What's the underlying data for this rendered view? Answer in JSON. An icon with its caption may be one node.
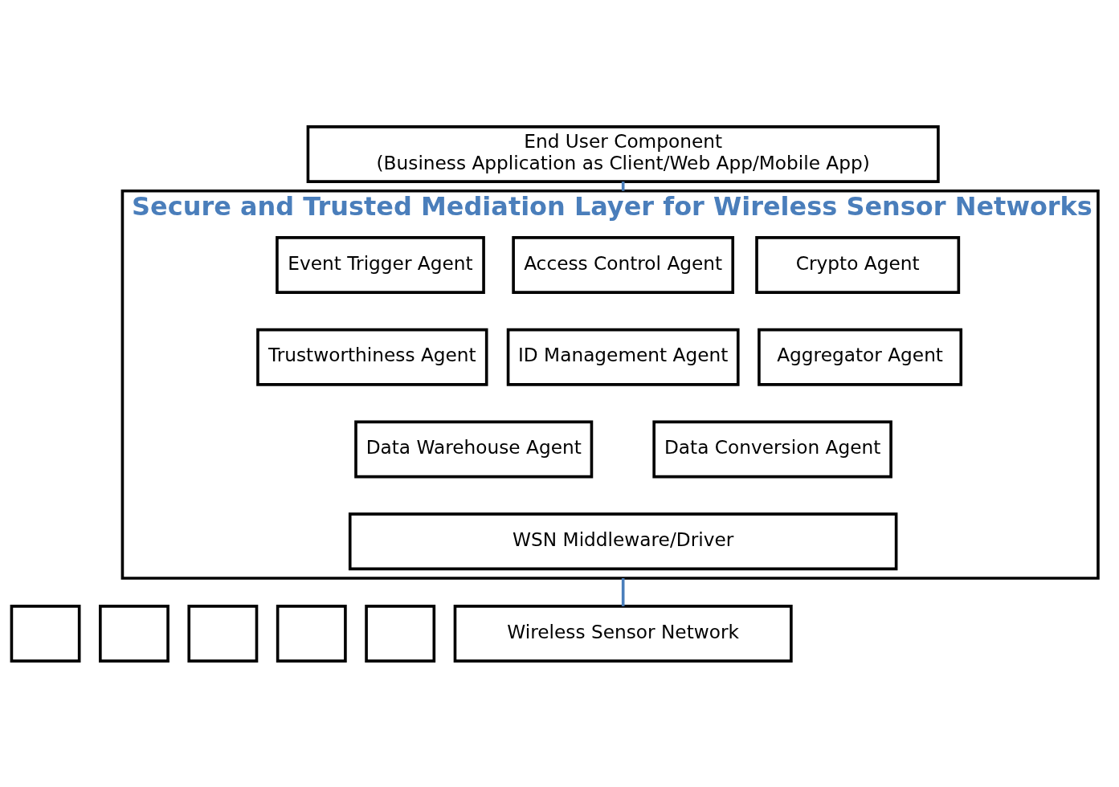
{
  "diagram": {
    "nodes": [
      {
        "text": [
          "End User Component",
          "(Business Application as Client/Web App/Mobile App)"
        ]
      },
      {
        "text": [
          "Secure and Trusted Mediation Layer for Wireless Sensor Networks"
        ]
      },
      {
        "text": [
          "Event Trigger Agent"
        ],
        "in": 1
      },
      {
        "text": [
          "Access Control Agent"
        ],
        "in": 1
      },
      {
        "text": [
          "Crypto Agent"
        ],
        "in": 1
      },
      {
        "text": [
          "Trustworthiness Agent"
        ],
        "in": 1
      },
      {
        "text": [
          "ID Management Agent"
        ],
        "in": 1
      },
      {
        "text": [
          "Aggregator Agent"
        ],
        "in": 1
      },
      {
        "text": [
          "Data Warehouse Agent"
        ],
        "in": 1
      },
      {
        "text": [
          "Data Conversion Agent"
        ],
        "in": 1
      },
      {
        "text": [
          "WSN Middleware/Driver"
        ],
        "in": 1
      },
      {
        "text": [],
        "shape": "box"
      },
      {
        "text": [],
        "shape": "box"
      },
      {
        "text": [],
        "shape": "box"
      },
      {
        "text": [],
        "shape": "box"
      },
      {
        "text": [],
        "shape": "box"
      },
      {
        "text": [
          "Wireless Sensor Network"
        ]
      }
    ],
    "edges": [
      {
        "from": 0,
        "to": 1,
        "arrow": "none"
      },
      {
        "from": 1,
        "to": 16,
        "arrow": "none"
      }
    ]
  }
}
